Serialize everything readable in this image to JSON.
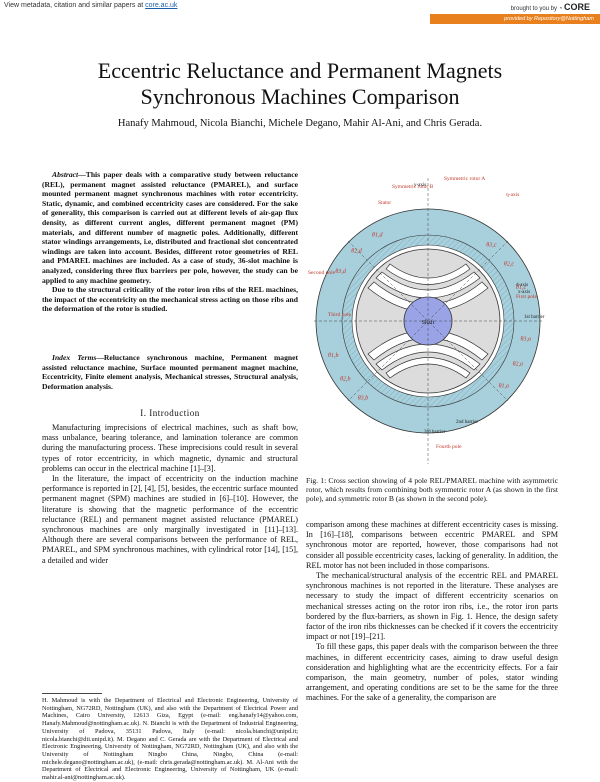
{
  "core_banner": {
    "left_text": "View metadata, citation and similar papers at",
    "left_link": "core.ac.uk",
    "brought_by": "brought to you by",
    "logo": "CORE",
    "provided_by": "provided by Repository@Nottingham"
  },
  "title_line1": "Eccentric Reluctance and Permanent Magnets",
  "title_line2": "Synchronous Machines Comparison",
  "authors": "Hanafy Mahmoud, Nicola Bianchi, Michele Degano, Mahir Al-Ani, and Chris Gerada.",
  "abstract_label": "Abstract",
  "abstract_p1": "—This paper deals with a comparative study between reluctance (REL), permanent magnet assisted reluctance (PMAREL), and surface mounted permanent magnet synchronous machines with rotor eccentricity. Static, dynamic, and combined eccentricity cases are considered. For the sake of generality, this comparison is carried out at different levels of air-gap flux density, as different current angles, different permanent magnet (PM) materials, and different number of magnetic poles. Additionally, different stator windings arrangements, i.e, distributed and fractional slot concentrated windings are taken into account. Besides, different rotor geometries of REL and PMAREL machines are included. As a case of study, 36-slot machine is analyzed, considering three flux barriers per pole, however, the study can be applied to any machine geometry.",
  "abstract_p2": "Due to the structural criticality of the rotor iron ribs of the REL machines, the impact of the eccentricity on the mechanical stress acting on those ribs and the deformation of the rotor is studied.",
  "index_terms_label": "Index Terms",
  "index_terms": "—Reluctance synchronous machine, Permanent magnet assisted reluctance machine, Surface mounted permanent magnet machine, Eccentricity, Finite element analysis, Mechanical stresses, Structural analysis, Deformation analysis.",
  "section_heading": "I. Introduction",
  "intro_p1": "Manufacturing imprecisions of electrical machines, such as shaft bow, mass unbalance, bearing tolerance, and lamination tolerance are common during the manufacturing process. These imprecisions could result in several types of rotor eccentricity, in which magnetic, dynamic and structural problems can occur in the electrical machine [1]–[3].",
  "intro_p2": "In the literature, the impact of eccentricity on the induction machine performance is reported in [2], [4], [5], besides, the eccentric surface mounted permanent magnet (SPM) machines are studied in [6]–[10]. However, the literature is showing that the magnetic performance of the eccentric reluctance (REL) and permanent magnet assisted reluctance (PMAREL) synchronous machines are only marginally investigated in [11]–[13]. Although there are several comparisons between the performance of REL, PMAREL, and SPM synchronous machines, with cylindrical rotor [14], [15], a detailed and wider",
  "footnote": "H. Mahmoud is with the Department of Electrical and Electronic Engineering, University of Nottingham, NG72RD, Nottingham (UK), and also with the Department of Electrical Power and Machines, Cairo University, 12613 Giza, Egypt (e-mail: eng.hanafy14@yahoo.com, Hanafy.Mahmoud@nottingham.ac.uk). N. Bianchi is with the Department of Industrial Engineering, University of Padova, 35131 Padova, Italy (e-mail: nicola.bianchi@unipd.it; nicola.bianchi@dii.unipd.it). M. Degano and C. Gerada are with the Department of Electrical and Electronic Engineering, University of Nottingham, NG72RD, Nottingham (UK), and also with the University of Nottingham Ningbo China, Ningbo, China (e-mail: michele.degano@nottingham.ac.uk), (e-mail: chris.gerada@nottingham.ac.uk). M. Al-Ani with the Department of Electrical and Electronic Engineering, University of Nottingham, UK (e-mail: mahir.al-ani@nottingham.ac.uk).",
  "figure_labels": {
    "symmetric_a": "Symmetric rotor A",
    "symmetric_b": "Symmetric rotor B",
    "q_axis": "q-axis",
    "d_axis": "d-axis",
    "x_axis": "x-axis",
    "y_axis": "y-axis",
    "stator": "Stator",
    "first_pole": "First pole",
    "second_pole": "Second pole",
    "third_pole": "Third pole",
    "fourth_pole": "Fourth pole",
    "shaft": "Shaft",
    "barrier_1": "1st barrier",
    "barrier_2": "2nd barrier",
    "barrier_3": "3rd barrier",
    "theta_labels": [
      "θ1,b",
      "θ2,b",
      "θ3,b",
      "θ1,a",
      "θ2,a",
      "θ3,a",
      "θ1,c",
      "θ2,c",
      "θ3,c",
      "θ1,d",
      "θ2,d",
      "θ3,d"
    ]
  },
  "caption": "Fig. 1: Cross section showing of 4 pole REL/PMAREL machine with asymmetric rotor, which results from combining both symmetric rotor A (as shown in the first pole), and symmetric rotor B (as shown in the second pole).",
  "right_p1": "comparison among these machines at different eccentricity cases is missing. In [16]–[18], comparisons between eccentric PMAREL and SPM synchronous motor are reported, however, those comparisons had not consider all possible eccentricity cases, lacking of generality. In addition, the REL motor has not been included in those comparisons.",
  "right_p2": "The mechanical/structural analysis of the eccentric REL and PMAREL synchronous machines is not reported in the literature. These analyses are necessary to study the impact of different eccentricity scenarios on mechanical stresses acting on the rotor iron ribs, i.e., the rotor iron parts bordered by the flux-barriers, as shown in Fig. 1. Hence, the design safety factor of the iron ribs thicknesses can be checked if it covers the eccentricity impact or not [19]–[21].",
  "right_p3": "To fill these gaps, this paper deals with the comparison between the three machines, in different eccentricity cases, aiming to draw useful design consideration and highlighting what are the eccentricity effects. For a fair comparison, the main geometry, number of poles, stator winding arrangement, and operating conditions are set to be the same for the three machines. For the sake of a generality, the comparison are"
}
